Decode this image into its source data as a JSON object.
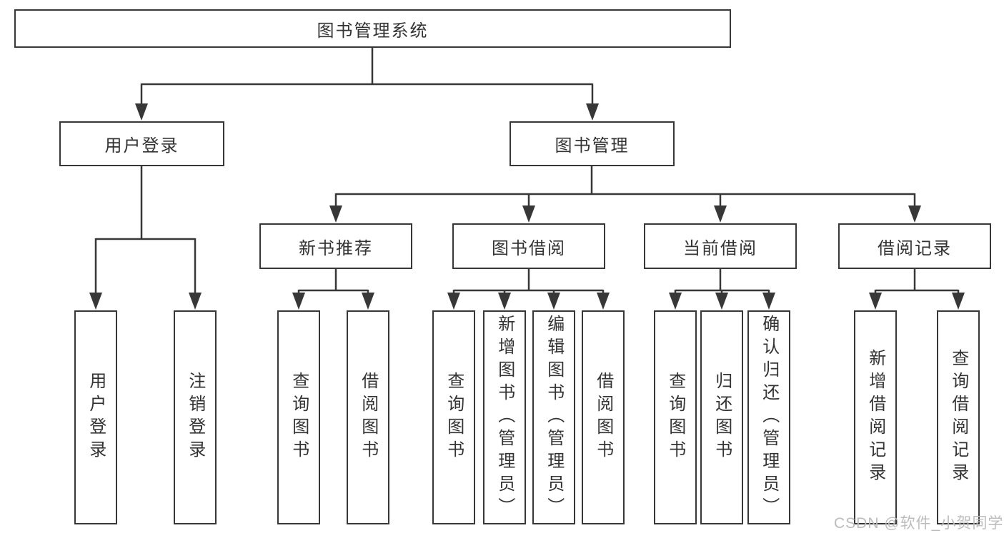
{
  "diagram": {
    "root": "图书管理系统",
    "level2": [
      "用户登录",
      "图书管理"
    ],
    "level3": [
      "新书推荐",
      "图书借阅",
      "当前借阅",
      "借阅记录"
    ],
    "leaves": [
      "用户登录",
      "注销登录",
      "查询图书",
      "借阅图书",
      "查询图书",
      "新增图书（管理员）",
      "编辑图书（管理员）",
      "借阅图书",
      "查询图书",
      "归还图书",
      "确认归还（管理员）",
      "新增借阅记录",
      "查询借阅记录"
    ],
    "watermark": "CSDN @软件_小贺同学",
    "colors": {
      "line": "#373737",
      "text": "#333333",
      "box_bg": "#ffffff",
      "watermark": "#bcbcbc"
    }
  }
}
